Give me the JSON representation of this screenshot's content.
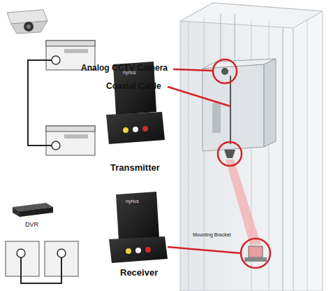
{
  "diagram": {
    "nodes": [
      {
        "text": [
          "nyrius",
          "Transmitter"
        ]
      },
      {
        "text": [
          "nyrius",
          "Receiver"
        ]
      }
    ],
    "labels": [
      "Analog CCTV Camera",
      "Coaxial Cable",
      "DVR",
      "Mounting Bracket"
    ]
  }
}
